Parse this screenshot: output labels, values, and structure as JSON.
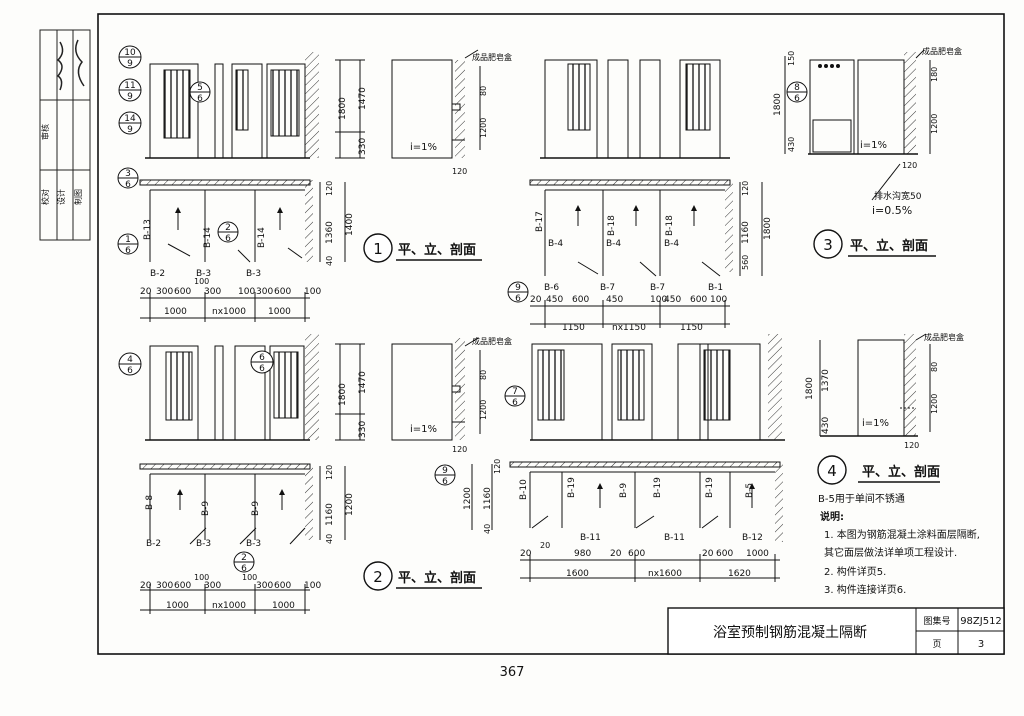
{
  "title_block": {
    "title": "浴室预制钢筋混凝土隔断",
    "atlas_label": "图集号",
    "atlas_no": "98ZJ512",
    "page_label": "页",
    "page_no": "3"
  },
  "page_number": "367",
  "signature_strip": [
    "审核",
    "校对",
    "设计",
    "制图"
  ],
  "sections": [
    {
      "no": "1",
      "label": "平、立、剖面"
    },
    {
      "no": "2",
      "label": "平、立、剖面"
    },
    {
      "no": "3",
      "label": "平、立、剖面"
    },
    {
      "no": "4",
      "label": "平、立、剖面"
    }
  ],
  "box_label": "成品肥皂盒",
  "drain": {
    "label": "排水沟宽50",
    "slope": "i=0.5%"
  },
  "floor_slope": "i=1%",
  "notes": {
    "ref": "B-5用于单间不锈通",
    "heading": "说明:",
    "items": [
      "1. 本图为钢筋混凝土涂料面层隔断,",
      "   其它面层做法详单项工程设计.",
      "2. 构件详页5.",
      "3. 构件连接详页6."
    ]
  },
  "callouts": {
    "c10_9": [
      "10",
      "9"
    ],
    "c11_9": [
      "11",
      "9"
    ],
    "c14_9": [
      "14",
      "9"
    ],
    "c5_6": [
      "5",
      "6"
    ],
    "c3_6": [
      "3",
      "6"
    ],
    "c1_6": [
      "1",
      "6"
    ],
    "c2_6a": [
      "2",
      "6"
    ],
    "c8_6": [
      "8",
      "6"
    ],
    "c9_6a": [
      "9",
      "6"
    ],
    "c4_6": [
      "4",
      "6"
    ],
    "c6_6": [
      "6",
      "6"
    ],
    "c7_6": [
      "7",
      "6"
    ],
    "c9_6b": [
      "9",
      "6"
    ],
    "c2_6b": [
      "2",
      "6"
    ]
  },
  "dims": {
    "d1800": "1800",
    "d1470": "1470",
    "d330": "330",
    "d80": "80",
    "d1200": "1200",
    "d120": "120",
    "d1360": "1360",
    "d1400": "1400",
    "d40": "40",
    "d100": "100",
    "d1000": "1000",
    "dn1000": "nx1000",
    "d20": "20",
    "d600": "600",
    "d300": "300",
    "d150": "150",
    "d180": "180",
    "d430": "430",
    "d1160": "1160",
    "d560": "560",
    "d450": "450",
    "d1150": "1150",
    "dn1150": "nx1150",
    "d1370": "1370",
    "d980": "980",
    "d1600": "1600",
    "dn1600": "nx1600",
    "d1620": "1620"
  },
  "parts": {
    "p1": "B-13",
    "p2": "B-14",
    "p3": "B-2",
    "p4": "B-3",
    "p5": "B-17",
    "p6": "B-18",
    "p7": "B-4",
    "p8": "B-6",
    "p9": "B-7",
    "p10": "B-1",
    "p11": "B-8",
    "p12": "B-9",
    "p13": "B-10",
    "p14": "B-19",
    "p15": "B-11",
    "p16": "B-12",
    "p17": "B-5"
  }
}
